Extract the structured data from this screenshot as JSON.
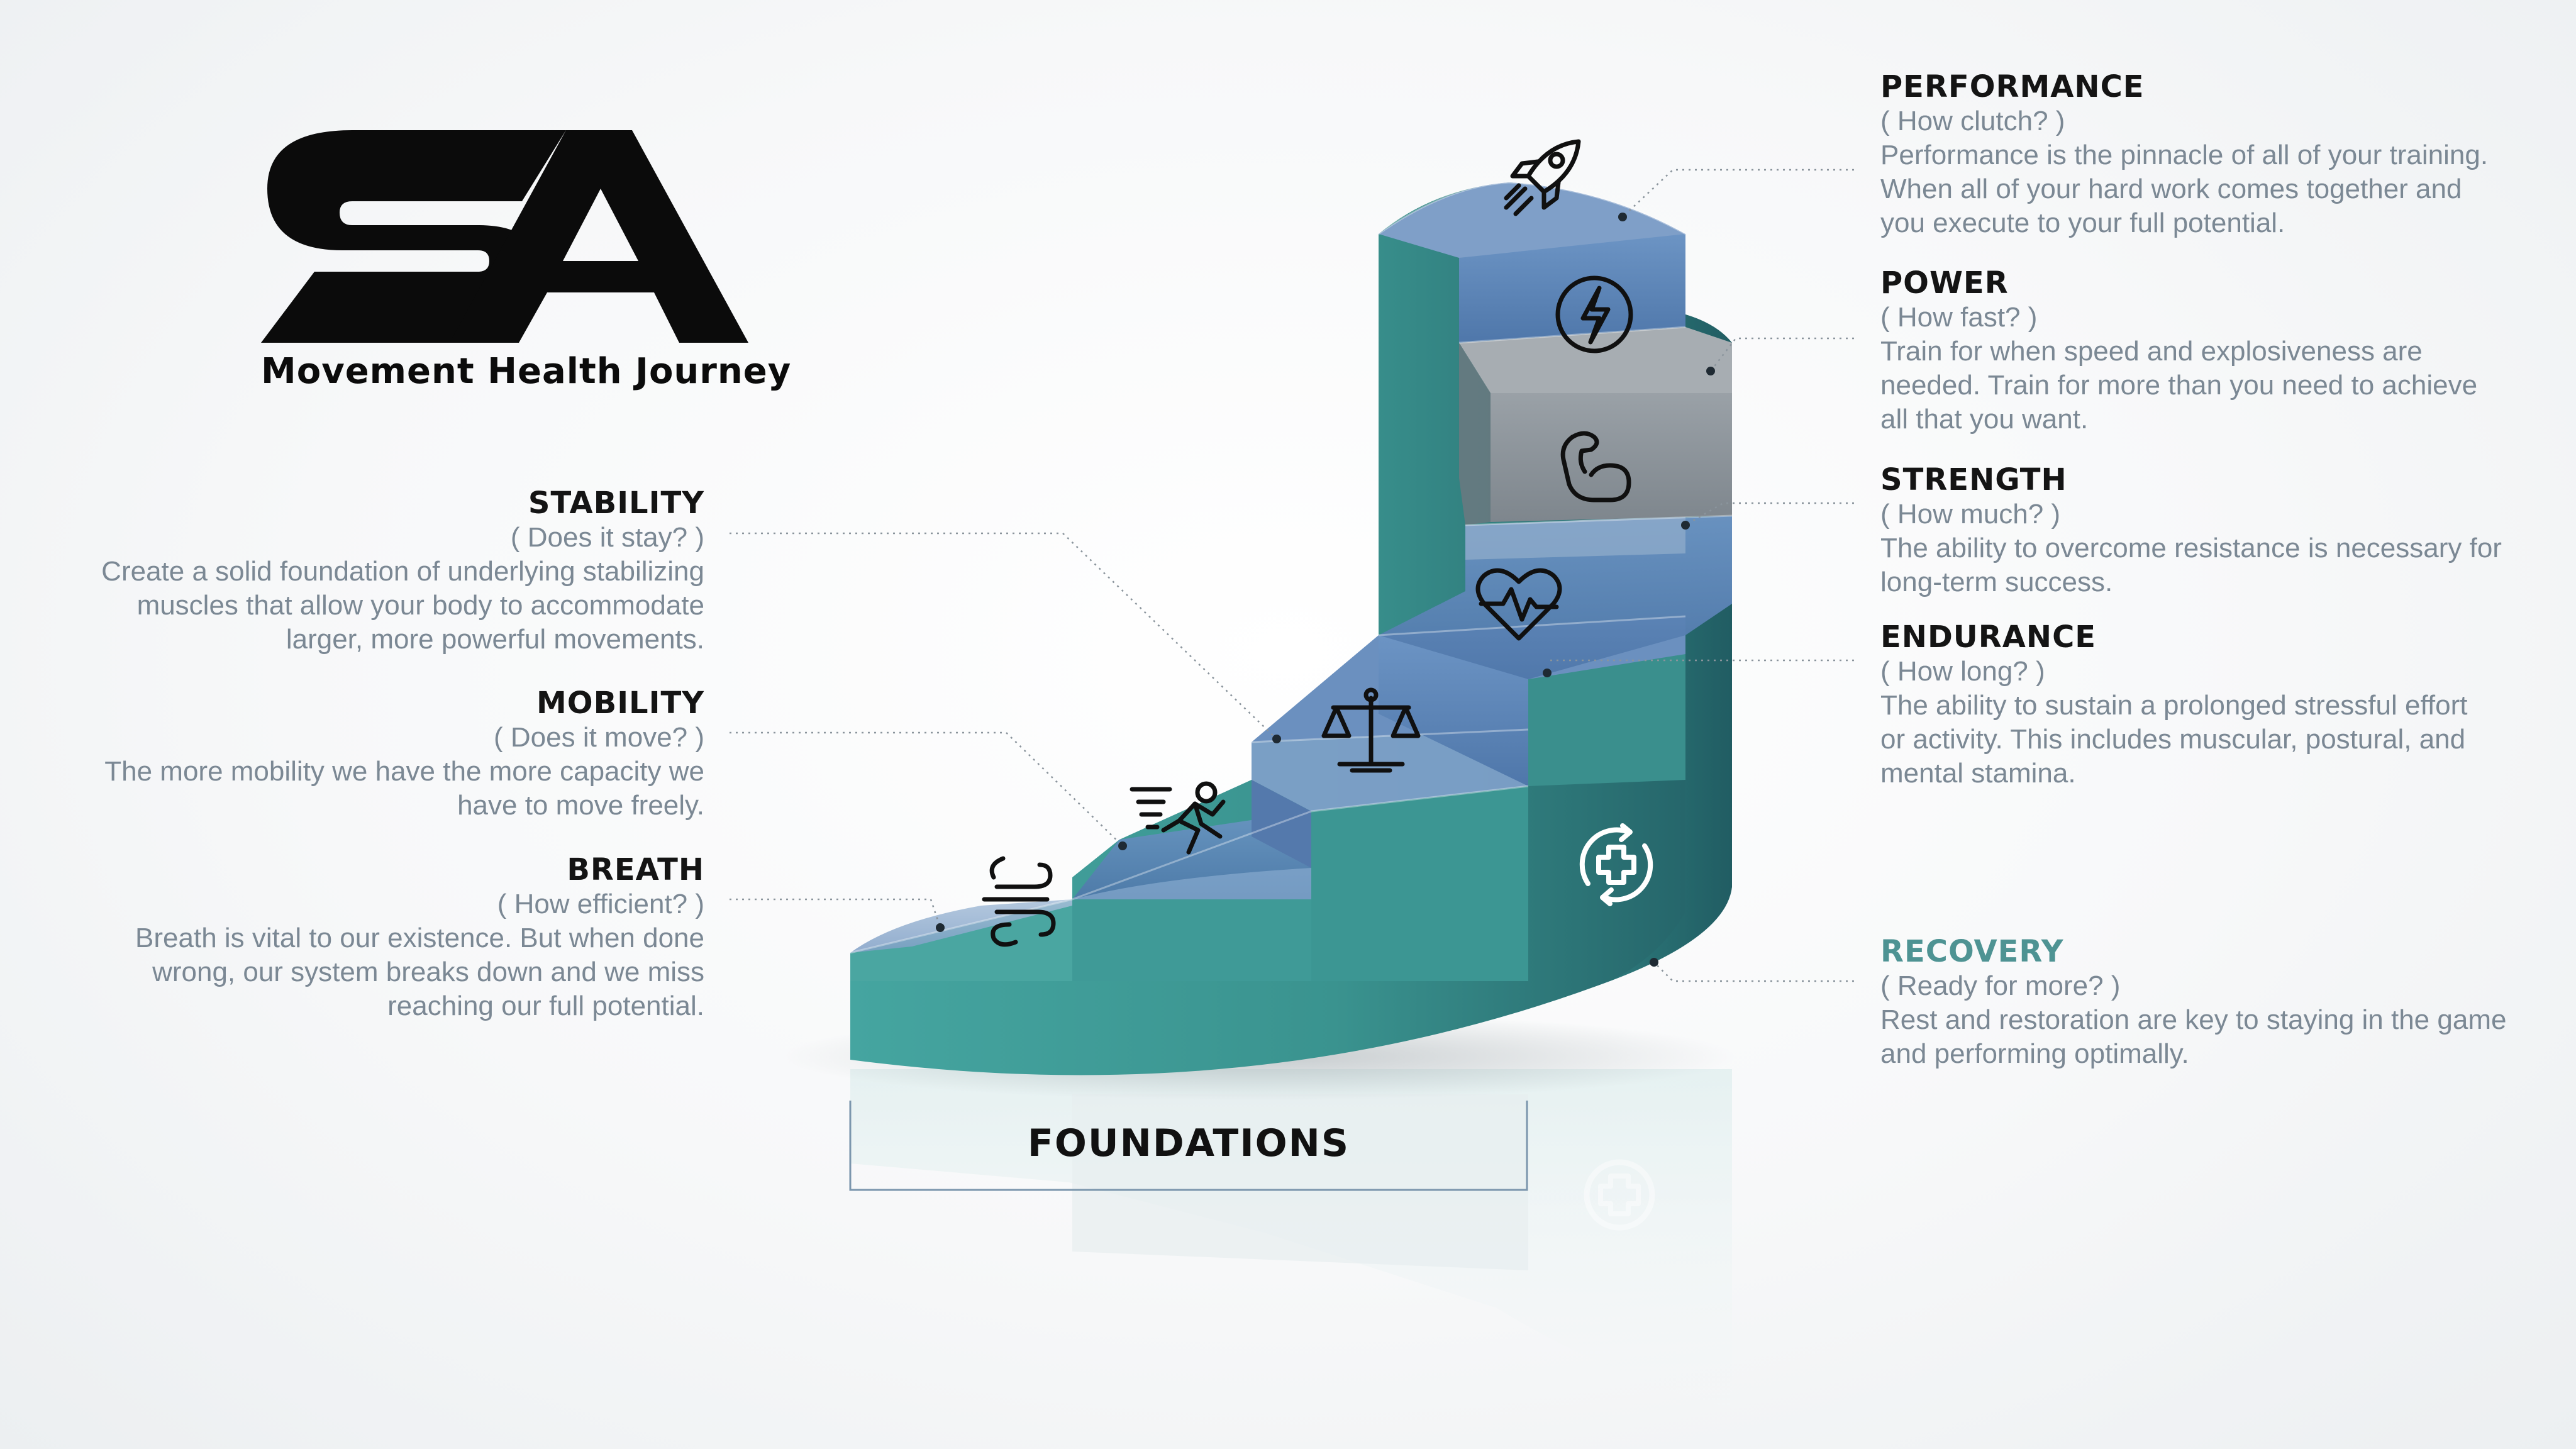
{
  "logo": {
    "letters": "SA",
    "subtitle": "Movement Health Journey"
  },
  "foundations": {
    "label": "FOUNDATIONS"
  },
  "levels": {
    "stability": {
      "title": "STABILITY",
      "question": "( Does it stay? )",
      "desc_lines": [
        "Create a solid foundation of underlying stabilizing",
        "muscles that allow your body to accommodate",
        "larger, more powerful movements."
      ],
      "icon": "balance-scale-icon"
    },
    "mobility": {
      "title": "MOBILITY",
      "question": "( Does it move? )",
      "desc_lines": [
        "The more mobility we have the more capacity we",
        "have to move freely."
      ],
      "icon": "running-person-icon"
    },
    "breath": {
      "title": "BREATH",
      "question": "( How efficient? )",
      "desc_lines": [
        "Breath is vital to our existence. But when done",
        "wrong, our system breaks down and we miss",
        "reaching our full potential."
      ],
      "icon": "wind-icon"
    },
    "performance": {
      "title": "PERFORMANCE",
      "question": "( How clutch? )",
      "desc_lines": [
        "Performance is the pinnacle of all of your training.",
        "When all of your hard work comes together and",
        "you execute to your full potential."
      ],
      "icon": "rocket-icon"
    },
    "power": {
      "title": "POWER",
      "question": "( How fast? )",
      "desc_lines": [
        "Train for when speed and explosiveness are",
        "needed. Train for more than you need to achieve",
        "all that you want."
      ],
      "icon": "lightning-bolt-icon"
    },
    "strength": {
      "title": "STRENGTH",
      "question": "( How much? )",
      "desc_lines": [
        "The ability to overcome resistance is necessary for",
        "long-term success."
      ],
      "icon": "flexed-arm-icon"
    },
    "endurance": {
      "title": "ENDURANCE",
      "question": "( How long? )",
      "desc_lines": [
        "The ability to sustain a prolonged stressful effort",
        "or activity. This includes muscular, postural, and",
        "mental stamina."
      ],
      "icon": "heartbeat-icon"
    },
    "recovery": {
      "title": "RECOVERY",
      "question": "( Ready for more? )",
      "desc_lines": [
        "Rest and restoration are key to staying in the game",
        "and performing optimally."
      ],
      "icon": "recovery-cross-icon"
    }
  },
  "colors": {
    "teal": "#3f9a97",
    "teal_dark": "#2a6e72",
    "blue_step": "#5c85b8",
    "gray_step": "#8d959c",
    "recovery_title": "#4e9393",
    "text_gray": "#7b8894",
    "title_dark": "#141414"
  }
}
